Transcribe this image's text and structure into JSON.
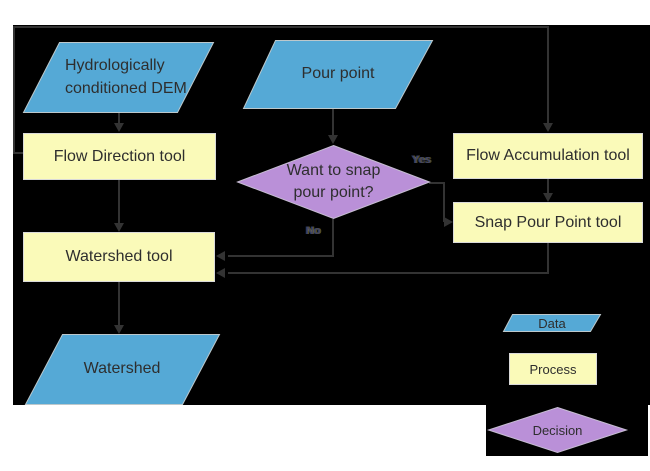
{
  "diagram": {
    "nodes": {
      "dem": "Hydrologically conditioned DEM",
      "pour_point": "Pour point",
      "flow_direction": "Flow Direction tool",
      "flow_accumulation": "Flow Accumulation tool",
      "snap_pour_point": "Snap Pour Point tool",
      "watershed_tool": "Watershed tool",
      "watershed": "Watershed",
      "decision_line1": "Want to snap",
      "decision_line2": "pour point?"
    },
    "edge_labels": {
      "yes": "Yes",
      "no": "No"
    },
    "legend": {
      "data": "Data",
      "process": "Process",
      "decision": "Decision"
    },
    "colors": {
      "data_fill": "#55a9d6",
      "process_fill": "#fafab9",
      "decision_fill": "#ba90d8",
      "connector": "#333333",
      "canvas": "#000000",
      "page": "#ffffff"
    }
  }
}
